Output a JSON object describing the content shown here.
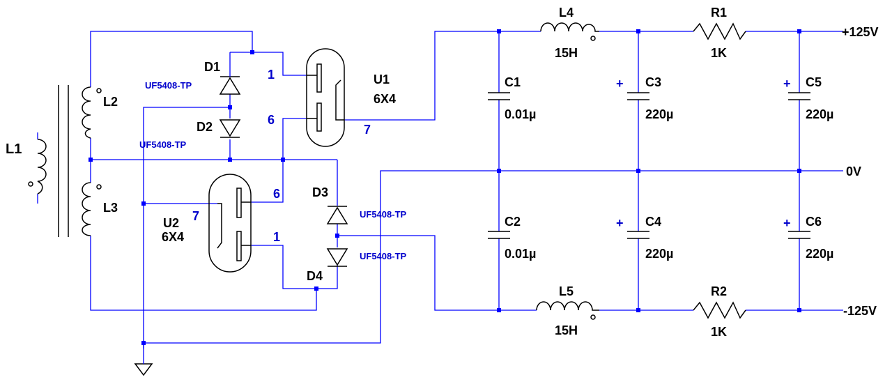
{
  "colors": {
    "wire": "#0000ff",
    "part": "#000000",
    "pin_label": "#0000cc",
    "background": "#ffffff"
  },
  "transformer": {
    "primary": "L1",
    "secondary_top": "L2",
    "secondary_bottom": "L3"
  },
  "diodes": [
    {
      "ref": "D1",
      "model": "UF5408-TP"
    },
    {
      "ref": "D2",
      "model": "UF5408-TP"
    },
    {
      "ref": "D3",
      "model": "UF5408-TP"
    },
    {
      "ref": "D4",
      "model": "UF5408-TP"
    }
  ],
  "tubes": [
    {
      "ref": "U1",
      "model": "6X4",
      "pins": [
        "1",
        "6",
        "7"
      ]
    },
    {
      "ref": "U2",
      "model": "6X4",
      "pins": [
        "6",
        "1",
        "7"
      ]
    }
  ],
  "inductors": [
    {
      "ref": "L4",
      "value": "15H"
    },
    {
      "ref": "L5",
      "value": "15H"
    }
  ],
  "resistors": [
    {
      "ref": "R1",
      "value": "1K"
    },
    {
      "ref": "R2",
      "value": "1K"
    }
  ],
  "capacitors": [
    {
      "ref": "C1",
      "value": "0.01µ",
      "polarity": ""
    },
    {
      "ref": "C2",
      "value": "0.01µ",
      "polarity": ""
    },
    {
      "ref": "C3",
      "value": "220µ",
      "polarity": "+"
    },
    {
      "ref": "C4",
      "value": "220µ",
      "polarity": "+"
    },
    {
      "ref": "C5",
      "value": "220µ",
      "polarity": "+"
    },
    {
      "ref": "C6",
      "value": "220µ",
      "polarity": "+"
    }
  ],
  "outputs": {
    "positive": "+125V",
    "ground": "0V",
    "negative": "-125V"
  }
}
